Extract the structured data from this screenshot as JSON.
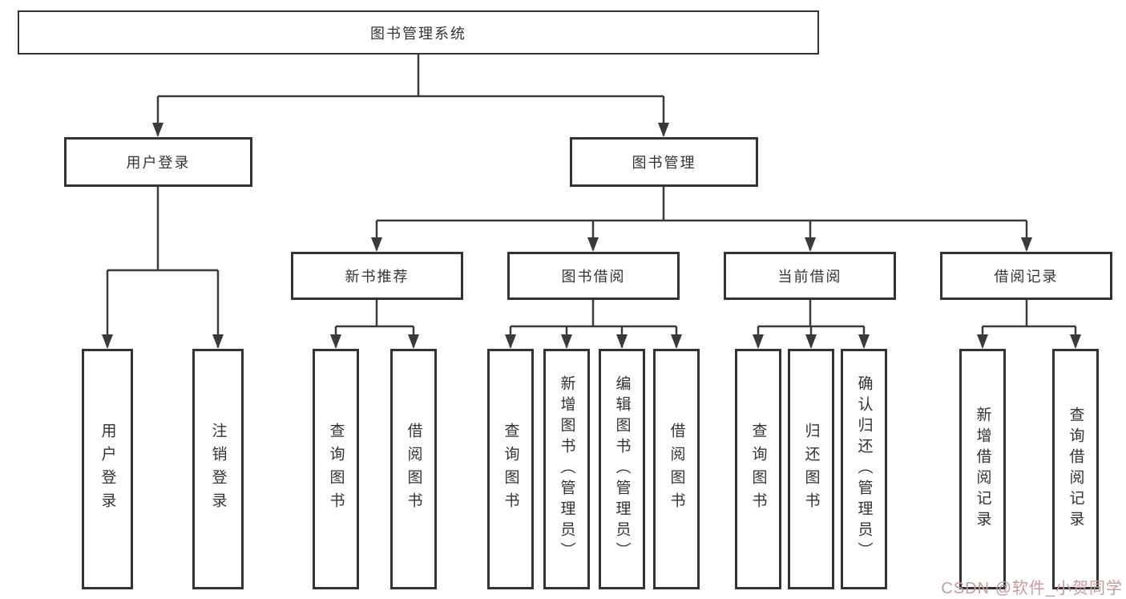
{
  "diagram": {
    "root": {
      "label": "图书管理系统"
    },
    "level2": [
      {
        "label": "用户登录"
      },
      {
        "label": "图书管理"
      }
    ],
    "level3": [
      {
        "label": "新书推荐"
      },
      {
        "label": "图书借阅"
      },
      {
        "label": "当前借阅"
      },
      {
        "label": "借阅记录"
      }
    ],
    "leaves": {
      "user_login": [
        "用户登录",
        "注销登录"
      ],
      "new_book": [
        "查询图书",
        "借阅图书"
      ],
      "book_borrow": [
        "查询图书",
        "新增图书（管理员）",
        "编辑图书（管理员）",
        "借阅图书"
      ],
      "current_borrow": [
        "查询图书",
        "归还图书",
        "确认归还（管理员）"
      ],
      "borrow_record": [
        "新增借阅记录",
        "查询借阅记录"
      ]
    }
  },
  "watermark": {
    "text": "CSDN @软件_小贺同学",
    "color": "#c89a9c"
  },
  "colors": {
    "line": "#3a3a3a",
    "box_border": "#333333",
    "box_background": "#ffffff",
    "text": "#333333",
    "page_background": "#ffffff"
  }
}
